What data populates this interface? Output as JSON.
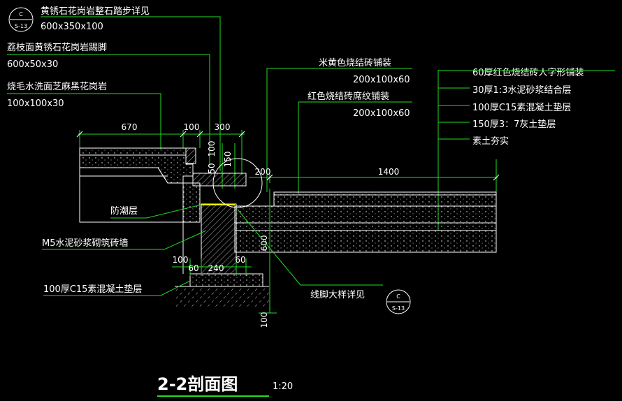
{
  "detail_ref": {
    "letter": "C",
    "sheet": "S-13"
  },
  "callouts_left": [
    {
      "title": "黄锈石花岗岩整石踏步详见",
      "size": "600x350x100"
    },
    {
      "title": "荔枝面黄锈石花岗岩踢脚",
      "size": "600x50x30"
    },
    {
      "title": "烧毛水洗面芝麻黑花岗岩",
      "size": "100x100x30"
    }
  ],
  "callouts_mid": [
    {
      "title": "米黄色烧结砖铺装",
      "size": "200x100x60"
    },
    {
      "title": "红色烧结砖席纹铺装",
      "size": "200x100x60"
    }
  ],
  "layers_right": [
    "60厚红色烧结砖人字形铺装",
    "30厚1:3水泥砂浆结合层",
    "100厚C15素混凝土垫层",
    "150厚3：7灰土垫层",
    "素土夯实"
  ],
  "left_notes": {
    "damp_proof": "防潮层",
    "brick_wall": "M5水泥砂浆砌筑砖墙",
    "concrete_pad": "100厚C15素混凝土垫层"
  },
  "skirting_ref": "线脚大样详见",
  "dimensions": {
    "top": [
      "670",
      "100",
      "300"
    ],
    "vertical_small": [
      "50",
      "100",
      "150"
    ],
    "d200": "200",
    "d1400": "1400",
    "d600": "600",
    "bottom": [
      "100",
      "60",
      "240",
      "60"
    ],
    "d100_bottom": "100"
  },
  "title": {
    "main": "2-2剖面图",
    "scale": "1:20"
  },
  "colors": {
    "background": "#000000",
    "leader": "#22dd22",
    "outline": "#ffffff",
    "damp_line": "#f0f000",
    "title_underline": "#22dd22"
  }
}
